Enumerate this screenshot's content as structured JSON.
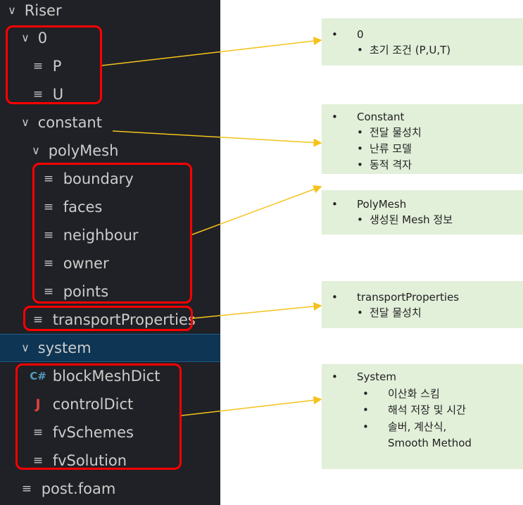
{
  "tree": {
    "root": "Riser",
    "folder_0": {
      "label": "0",
      "files": [
        "P",
        "U"
      ]
    },
    "constant": {
      "label": "constant"
    },
    "polyMesh": {
      "label": "polyMesh",
      "files": [
        "boundary",
        "faces",
        "neighbour",
        "owner",
        "points"
      ]
    },
    "transportProperties": "transportProperties",
    "system": {
      "label": "system",
      "files": [
        "blockMeshDict",
        "controlDict",
        "fvSchemes",
        "fvSolution"
      ]
    },
    "post": "post.foam"
  },
  "icons": {
    "expanded": "chevron-down-icon",
    "text_file": "lines-file-icon",
    "csharp_file": "csharp-file-icon",
    "json_file": "json-file-icon"
  },
  "notes": {
    "n0": {
      "title": "0",
      "items": [
        "초기 조건 (P,U,T)"
      ]
    },
    "constant": {
      "title": "Constant",
      "items": [
        "전달 물성치",
        "난류 모델",
        "동적 격자"
      ]
    },
    "polymesh": {
      "title": "PolyMesh",
      "items": [
        "생성된 Mesh 정보"
      ]
    },
    "transport": {
      "title": "transportProperties",
      "items": [
        "전달 물성치"
      ]
    },
    "system": {
      "title": "System",
      "items": [
        "이산화 스킴",
        "해석 저장 및 시간",
        "솔버, 계산식,",
        "Smooth Method"
      ]
    }
  },
  "colors": {
    "explorer_bg": "#1f2126",
    "selected_bg": "#0e3553",
    "highlight": "#ff0000",
    "note_bg": "#e2efd9",
    "arrow": "#f5c21b"
  }
}
